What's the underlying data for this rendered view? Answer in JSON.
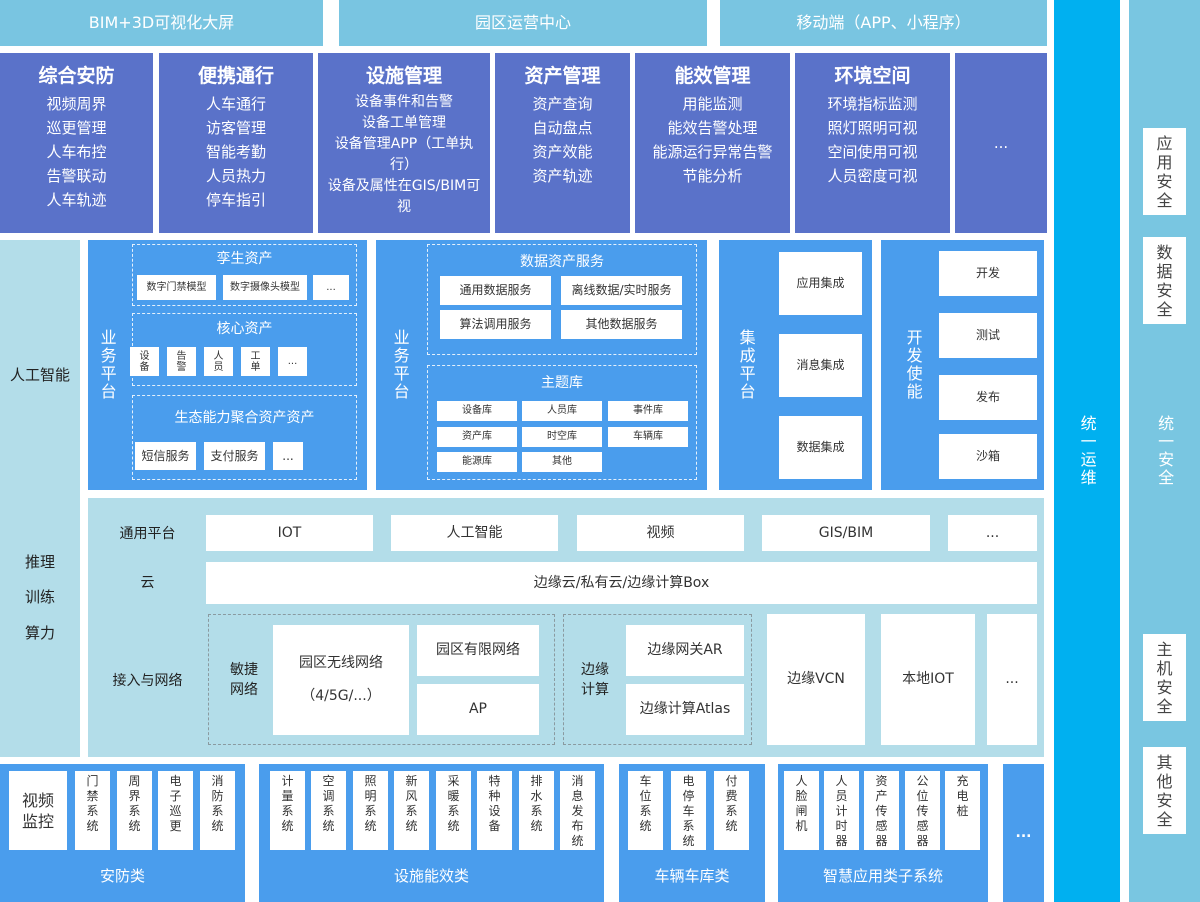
{
  "top_bar": [
    "BIM+3D可视化大屏",
    "园区运营中心",
    "移动端（APP、小程序）"
  ],
  "apps": [
    {
      "title": "综合安防",
      "items": [
        "视频周界",
        "巡更管理",
        "人车布控",
        "告警联动",
        "人车轨迹"
      ]
    },
    {
      "title": "便携通行",
      "items": [
        "人车通行",
        "访客管理",
        "智能考勤",
        "人员热力",
        "停车指引"
      ]
    },
    {
      "title": "设施管理",
      "items": [
        "设备事件和告警",
        "设备工单管理",
        "设备管理APP（工单执行）",
        "设备及属性在GIS/BIM可视"
      ]
    },
    {
      "title": "资产管理",
      "items": [
        "资产查询",
        "自动盘点",
        "资产效能",
        "资产轨迹"
      ]
    },
    {
      "title": "能效管理",
      "items": [
        "用能监测",
        "能效告警处理",
        "能源运行异常告警",
        "节能分析"
      ]
    },
    {
      "title": "环境空间",
      "items": [
        "环境指标监测",
        "照灯照明可视",
        "空间使用可视",
        "人员密度可视"
      ]
    },
    {
      "title": "",
      "items": [
        "..."
      ]
    }
  ],
  "ai": {
    "label": "人工智能",
    "items": [
      "推理",
      "训练",
      "算力"
    ]
  },
  "biz1": {
    "label": "业务平台",
    "twin": {
      "title": "孪生资产",
      "items": [
        "数字门禁模型",
        "数字摄像头模型",
        "..."
      ]
    },
    "core": {
      "title": "核心资产",
      "items": [
        "设备",
        "告警",
        "人员",
        "工单",
        "..."
      ]
    },
    "eco": {
      "title": "生态能力聚合资产资产",
      "items": [
        "短信服务",
        "支付服务",
        "..."
      ]
    }
  },
  "biz2": {
    "label": "业务平台",
    "data_service": {
      "title": "数据资产服务",
      "items": [
        "通用数据服务",
        "离线数据/实时服务",
        "算法调用服务",
        "其他数据服务"
      ]
    },
    "theme": {
      "title": "主题库",
      "items": [
        "设备库",
        "人员库",
        "事件库",
        "资产库",
        "时空库",
        "车辆库",
        "能源库",
        "其他"
      ]
    }
  },
  "integration": {
    "label": "集成平台",
    "items": [
      "应用集成",
      "消息集成",
      "数据集成"
    ]
  },
  "devops": {
    "label": "开发使能",
    "items": [
      "开发",
      "测试",
      "发布",
      "沙箱"
    ]
  },
  "infra": {
    "general": {
      "label": "通用平台",
      "items": [
        "IOT",
        "人工智能",
        "视频",
        "GIS/BIM",
        "..."
      ]
    },
    "cloud": {
      "label": "云",
      "value": "边缘云/私有云/边缘计算Box"
    },
    "access": {
      "label": "接入与网络",
      "agile": {
        "label": "敏捷网络",
        "wireless": "园区无线网络",
        "wireless_sub": "（4/5G/...）",
        "wired": "园区有限网络",
        "ap": "AP"
      },
      "edge": {
        "label": "边缘计算",
        "items": [
          "边缘网关AR",
          "边缘计算Atlas"
        ]
      },
      "others": [
        "边缘VCN",
        "本地IOT",
        "..."
      ]
    }
  },
  "subsystems": [
    {
      "label": "安防类",
      "items": [
        "视频监控",
        "门禁系统",
        "周界系统",
        "电子巡更",
        "消防系统"
      ]
    },
    {
      "label": "设施能效类",
      "items": [
        "计量系统",
        "空调系统",
        "照明系统",
        "新风系统",
        "采暖系统",
        "特种设备",
        "排水系统",
        "消息发布统"
      ]
    },
    {
      "label": "车辆车库类",
      "items": [
        "车位系统",
        "电停车系统",
        "付费系统"
      ]
    },
    {
      "label": "智慧应用类子系统",
      "items": [
        "人脸闸机",
        "人员计时器",
        "资产传感器",
        "公位传感器",
        "充电桩"
      ]
    },
    {
      "label": "..."
    }
  ],
  "ops": {
    "label": "统一运维"
  },
  "security": {
    "label": "统一安全",
    "items": [
      "应用安全",
      "数据安全",
      "主机安全",
      "其他安全"
    ]
  },
  "colors": {
    "top": "#79c5e1",
    "app": "#5a72c9",
    "platform": "#4a9ded",
    "light": "#b3dde9",
    "ops": "#00b0f0",
    "security": "#79c6e1"
  }
}
